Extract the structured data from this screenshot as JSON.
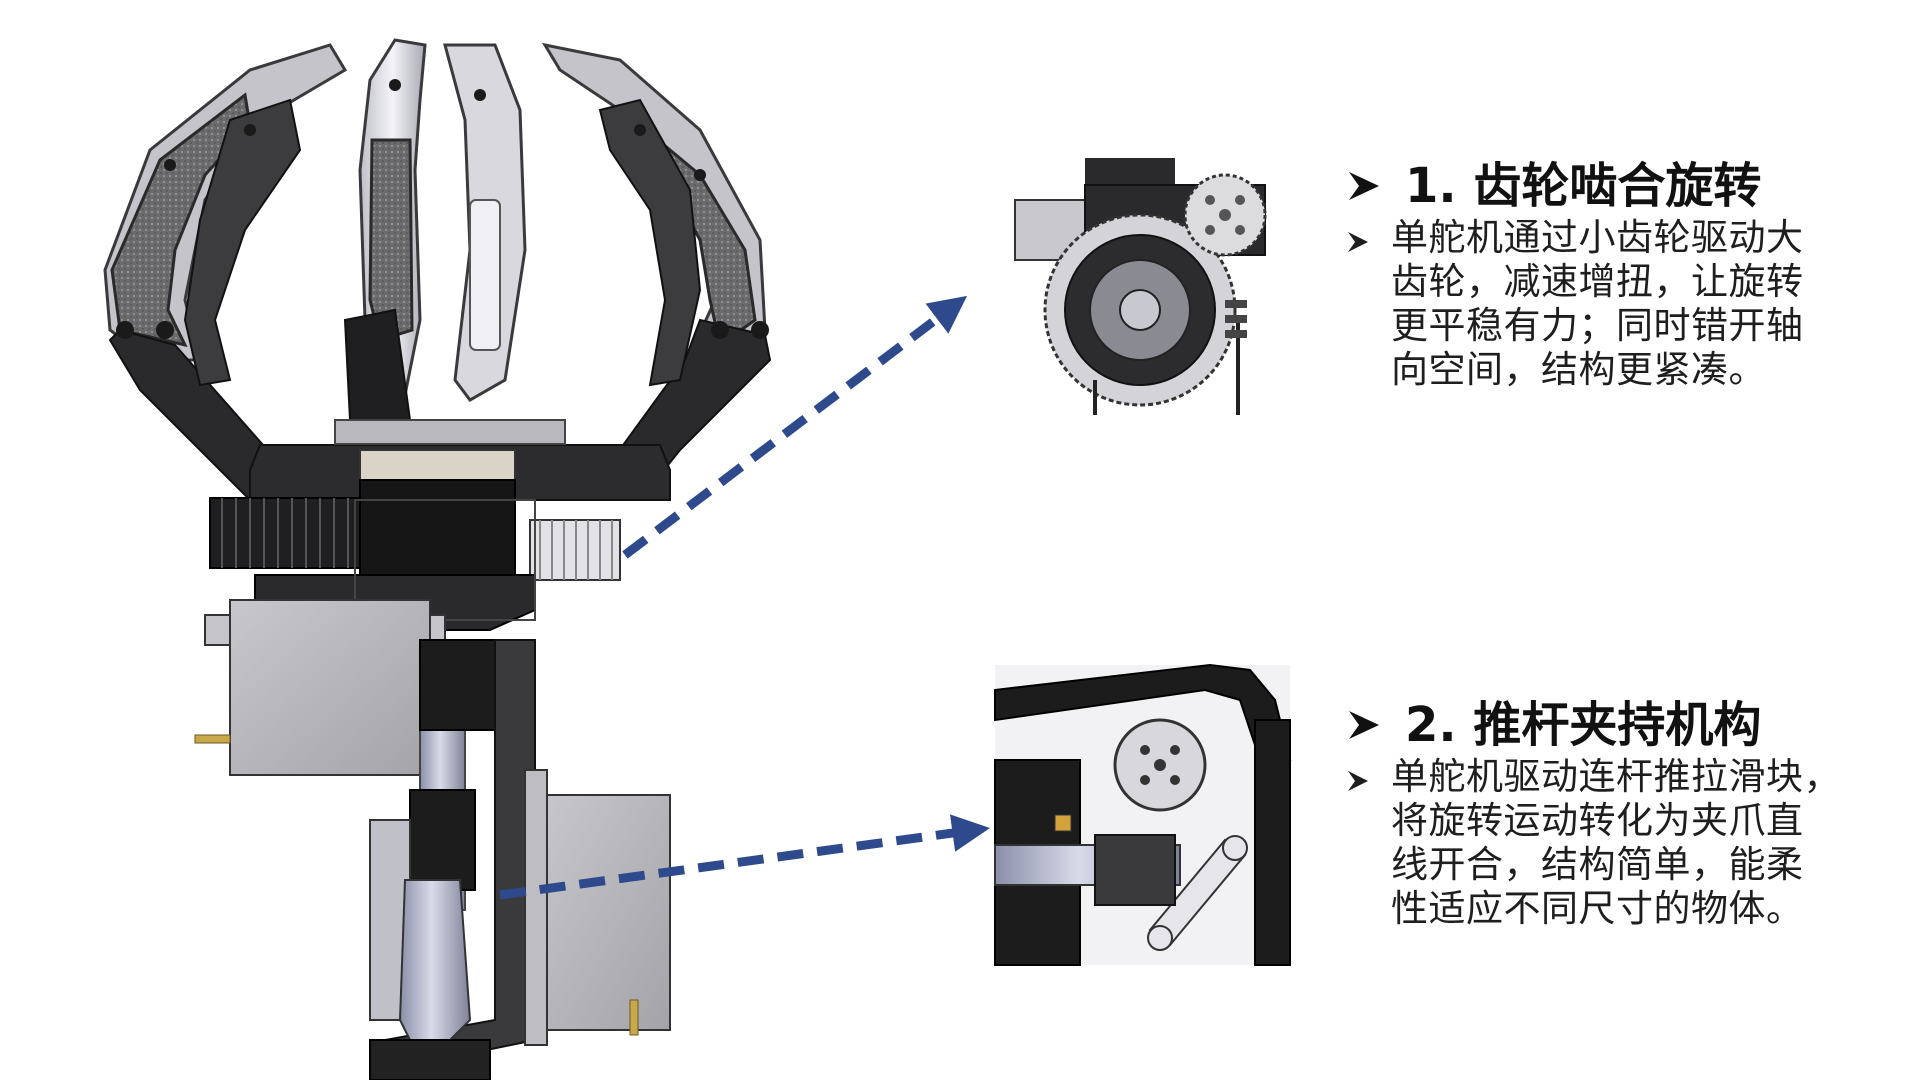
{
  "sections": [
    {
      "heading": "1. 齿轮啮合旋转",
      "body_lines": [
        "单舵机通过小齿轮驱动大",
        "齿轮，减速增扭，让旋转",
        "更平稳有力；同时错开轴",
        "向空间，结构更紧凑。"
      ],
      "heading_icon": "arrowhead-bullet-icon",
      "body_icon": "arrowhead-bullet-icon"
    },
    {
      "heading": "2. 推杆夹持机构",
      "body_lines": [
        "单舵机驱动连杆推拉滑块，",
        "将旋转运动转化为夹爪直",
        "线开合，结构简单，能柔",
        "性适应不同尺寸的物体。"
      ],
      "heading_icon": "arrowhead-bullet-icon",
      "body_icon": "arrowhead-bullet-icon"
    }
  ],
  "colors": {
    "pointer_arrow": "#2e4a8c",
    "heading_text": "#111111",
    "body_text": "#1e1e1e",
    "metal_dark": "#3a3a3c",
    "metal_mid": "#8a8a90",
    "metal_light": "#d6d6dc",
    "frame_black": "#1c1c1c"
  }
}
